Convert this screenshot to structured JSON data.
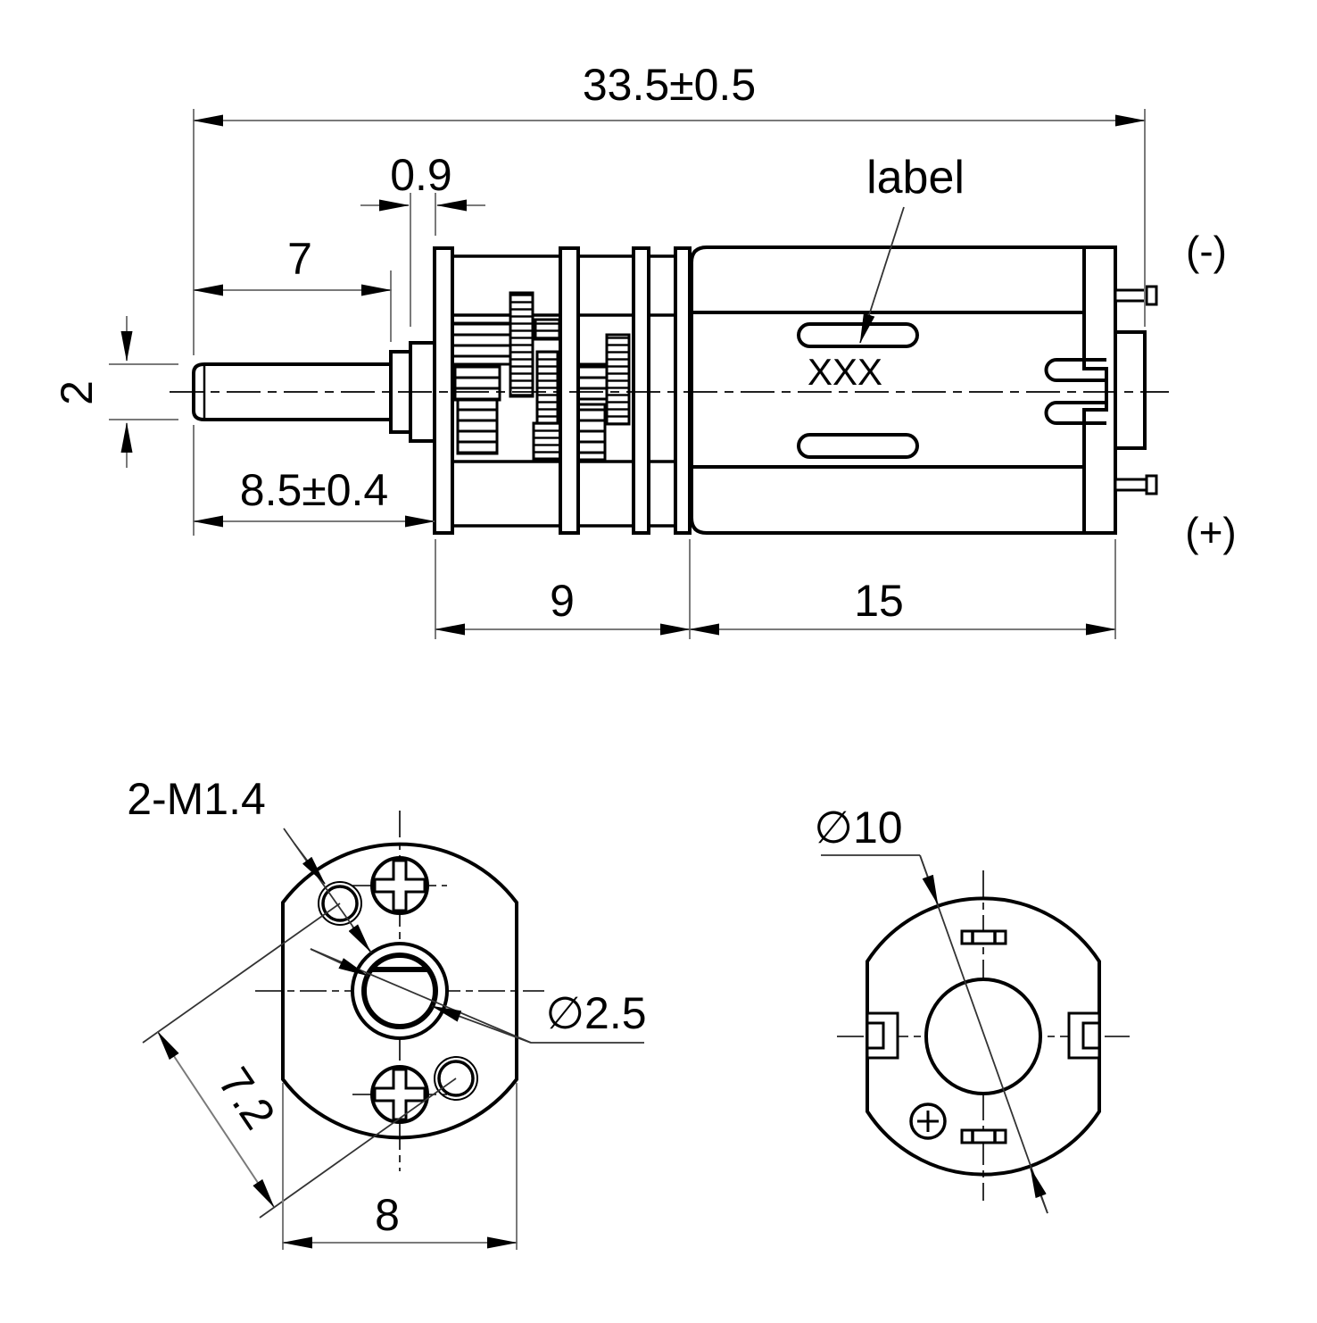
{
  "colors": {
    "line": "#000000",
    "dim_line": "#7a7a7a",
    "background": "#ffffff"
  },
  "side_view": {
    "dims": {
      "total_length": "33.5±0.5",
      "boss_offset": "0.9",
      "shaft_exposed": "7",
      "shaft_diameter": "2",
      "shaft_length": "8.5±0.4",
      "gearbox_length": "9",
      "motor_length": "15"
    },
    "annotations": {
      "label_callout": "label",
      "label_text": "XXX",
      "negative_terminal": "(-)",
      "positive_terminal": "(+)"
    }
  },
  "front_view": {
    "dims": {
      "mounting_holes": "2-M1.4",
      "hole_spacing": "7.2",
      "face_width": "8",
      "bearing_diameter": "∅2.5"
    }
  },
  "rear_view": {
    "dims": {
      "body_diameter": "∅10"
    }
  }
}
